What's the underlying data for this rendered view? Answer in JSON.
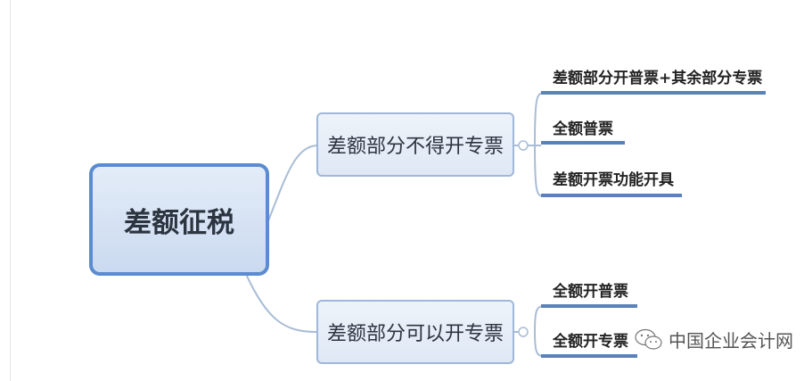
{
  "root": {
    "label": "差额征税"
  },
  "branches": [
    {
      "label": "差额部分不得开专票",
      "leaves": [
        "差额部分开普票+其余部分专票",
        "全额普票",
        "差额开票功能开具"
      ]
    },
    {
      "label": "差额部分可以开专票",
      "leaves": [
        "全额开普票",
        "全额开专票"
      ]
    }
  ],
  "watermark": {
    "text": "中国企业会计网",
    "icon": "wechat-icon"
  },
  "colors": {
    "root_border": "#5b8bd0",
    "branch_border": "#9fb7d8",
    "leaf_line": "#5a82b8"
  }
}
